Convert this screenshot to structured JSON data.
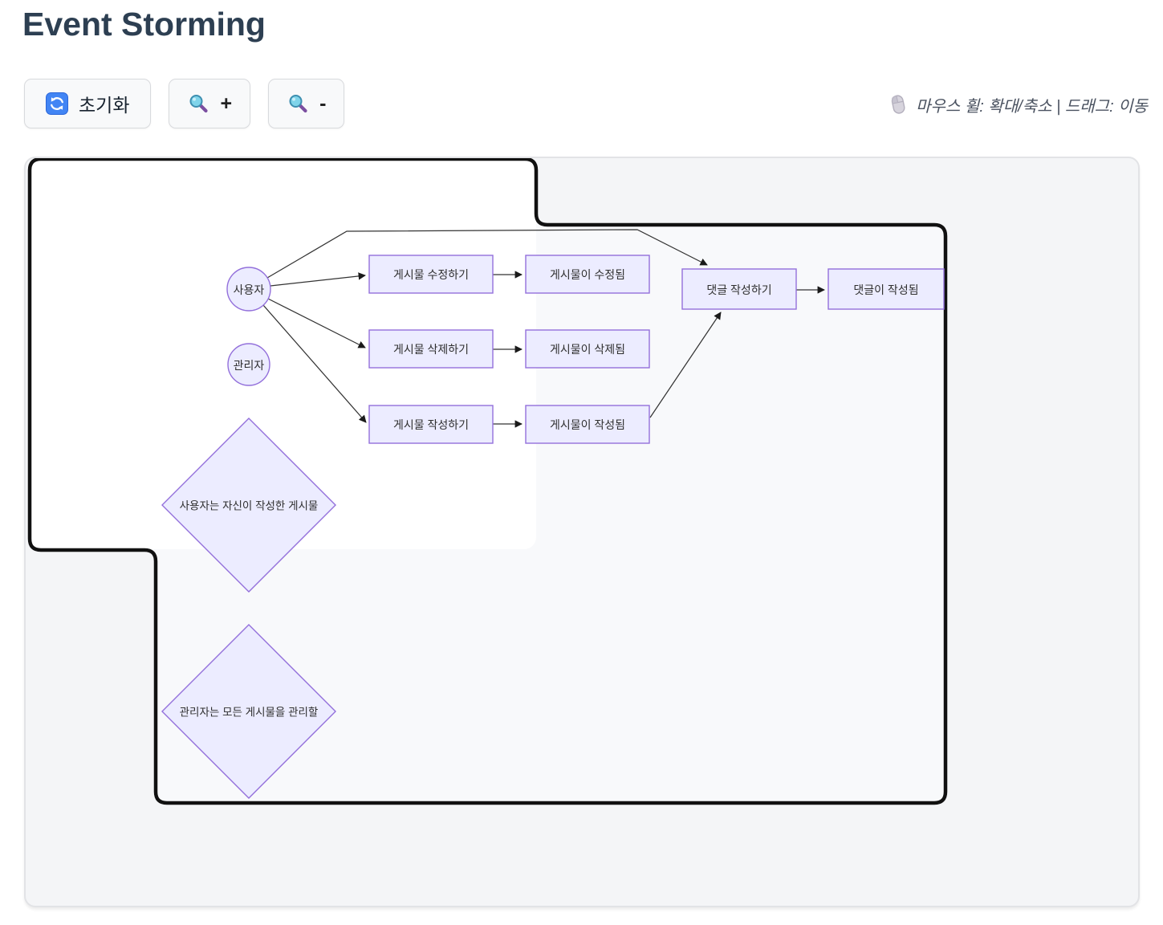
{
  "page": {
    "title": "Event Storming"
  },
  "toolbar": {
    "reset_label": "초기화",
    "zoom_in_label": "+",
    "zoom_out_label": "-"
  },
  "hint": {
    "text": "마우스 휠: 확대/축소 | 드래그: 이동"
  },
  "icons": {
    "reset": "refresh-arrows-blue-square",
    "zoom_in": "magnifying-glass",
    "zoom_out": "magnifying-glass",
    "hint": "computer-mouse"
  },
  "colors": {
    "title": "#2d3f52",
    "node_fill": "#ECECFF",
    "node_border": "#9370DB",
    "container_outline": "#111111",
    "canvas_bg": "#f4f5f7",
    "cluster_bg": "#ffffff",
    "edge": "#333333",
    "reset_icon_bg": "#3b7df0"
  },
  "diagram": {
    "nodes": {
      "user": "사용자",
      "admin": "관리자",
      "cmd_edit": "게시물 수정하기",
      "evt_edited": "게시물이 수정됨",
      "cmd_delete": "게시물 삭제하기",
      "evt_deleted": "게시물이 삭제됨",
      "cmd_create": "게시물 작성하기",
      "evt_created": "게시물이 작성됨",
      "cmd_comment": "댓글 작성하기",
      "evt_commented": "댓글이 작성됨",
      "policy_user": "사용자는 자신이 작성한 게시물",
      "policy_admin": "관리자는 모든 게시물을 관리할"
    },
    "edges": [
      [
        "사용자",
        "게시물 수정하기"
      ],
      [
        "사용자",
        "게시물 삭제하기"
      ],
      [
        "사용자",
        "게시물 작성하기"
      ],
      [
        "사용자",
        "댓글 작성하기"
      ],
      [
        "게시물 수정하기",
        "게시물이 수정됨"
      ],
      [
        "게시물 삭제하기",
        "게시물이 삭제됨"
      ],
      [
        "게시물 작성하기",
        "게시물이 작성됨"
      ],
      [
        "게시물이 작성됨",
        "댓글 작성하기"
      ],
      [
        "댓글 작성하기",
        "댓글이 작성됨"
      ]
    ]
  }
}
